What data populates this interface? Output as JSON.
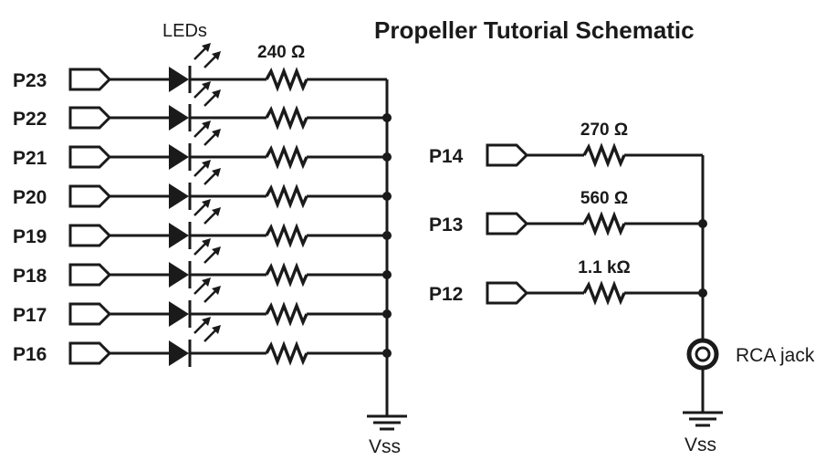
{
  "title": "Propeller Tutorial Schematic",
  "colors": {
    "ink": "#1a1a1a",
    "background": "#ffffff"
  },
  "left_circuit": {
    "component_label": "LEDs",
    "resistor_label": "240 Ω",
    "ground_label": "Vss",
    "pins": [
      "P23",
      "P22",
      "P21",
      "P20",
      "P19",
      "P18",
      "P17",
      "P16"
    ]
  },
  "right_circuit": {
    "branches": [
      {
        "pin": "P14",
        "resistor": "270 Ω"
      },
      {
        "pin": "P13",
        "resistor": "560 Ω"
      },
      {
        "pin": "P12",
        "resistor": "1.1 kΩ"
      }
    ],
    "connector_label": "RCA jack",
    "ground_label": "Vss"
  }
}
